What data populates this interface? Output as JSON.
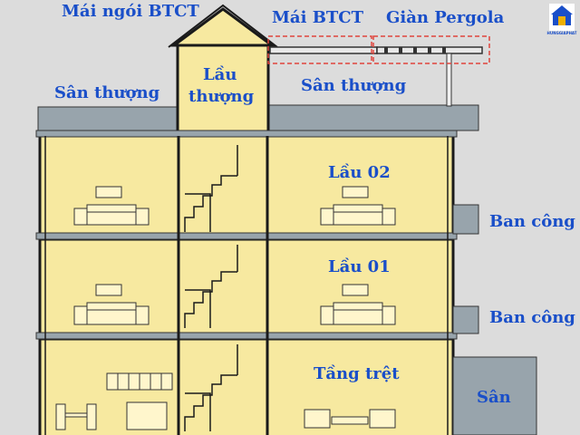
{
  "labels": {
    "mai_ngoi": "Mái ngói BTCT",
    "mai_btct": "Mái BTCT",
    "gian_pergola": "Giàn Pergola",
    "san_thuong_left": "Sân thượng",
    "san_thuong_right": "Sân thượng",
    "lau_thuong_line1": "Lầu",
    "lau_thuong_line2": "thượng",
    "lau_02": "Lầu 02",
    "lau_01": "Lầu 01",
    "tang_tret": "Tầng trệt",
    "ban_cong_upper": "Ban công",
    "ban_cong_lower": "Ban công",
    "san": "Sân"
  },
  "logo": {
    "text": "HUNGGIAPHAT",
    "icon": "house-logo-icon"
  },
  "colors": {
    "background": "#dcdcdc",
    "room_fill": "#f7e9a0",
    "wall": "#1a1a1a",
    "slab": "#98a4ac",
    "label": "#1a4fc9",
    "highlight_box": "#e0443c"
  }
}
